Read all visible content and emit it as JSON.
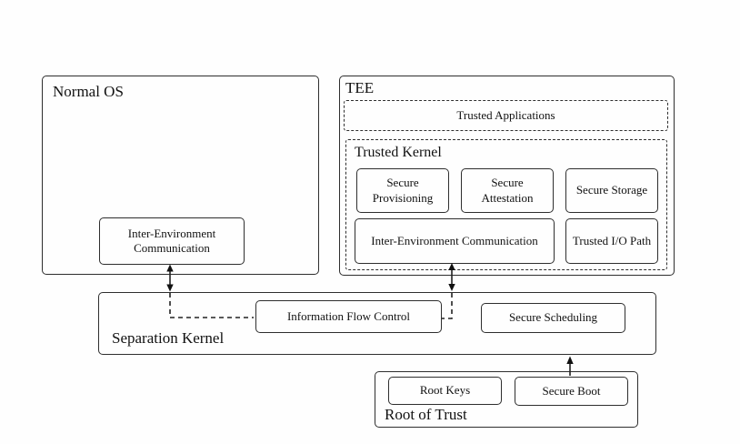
{
  "diagram": {
    "normal_os": {
      "title": "Normal OS",
      "iec": "Inter-Environment Communication"
    },
    "tee": {
      "title": "TEE",
      "trusted_applications": "Trusted Applications",
      "trusted_kernel": {
        "title": "Trusted Kernel",
        "secure_provisioning": "Secure Provisioning",
        "secure_attestation": "Secure Attestation",
        "secure_storage": "Secure Storage",
        "iec": "Inter-Environment Communication",
        "trusted_io_path": "Trusted I/O Path"
      }
    },
    "separation_kernel": {
      "title": "Separation Kernel",
      "information_flow_control": "Information Flow Control",
      "secure_scheduling": "Secure Scheduling"
    },
    "root_of_trust": {
      "title": "Root of Trust",
      "root_keys": "Root Keys",
      "secure_boot": "Secure Boot"
    },
    "colors": {
      "background": "#fefefe",
      "border": "#2e2e2e",
      "text": "#111111"
    }
  }
}
